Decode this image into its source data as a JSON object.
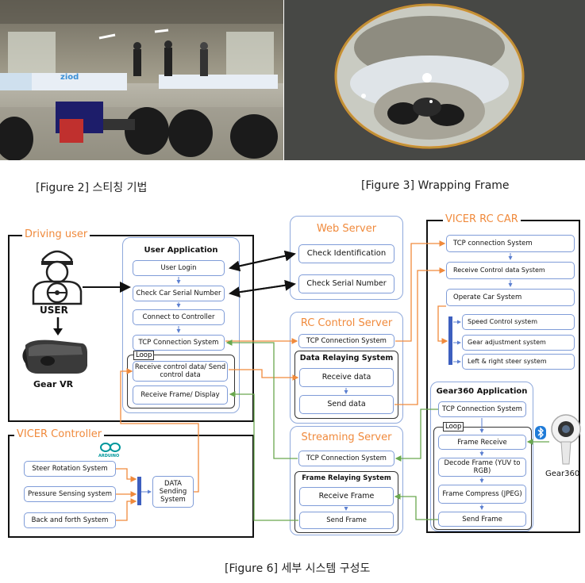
{
  "figure2": {
    "caption": "[Figure 2] 스티칭 기법",
    "sign_text": "ziod"
  },
  "figure3": {
    "caption": "[Figure 3] Wrapping Frame"
  },
  "figure6": {
    "caption": "[Figure 6] 세부 시스템 구성도",
    "driving_user": {
      "title": "Driving user",
      "user_label": "USER",
      "vr_label": "Gear VR"
    },
    "user_app": {
      "title": "User Application",
      "items": [
        "User Login",
        "Check Car Serial Number",
        "Connect to Controller",
        "TCP Connection System"
      ],
      "loop_label": "Loop",
      "loop_items": [
        "Receive control data/ Send control data",
        "Receive Frame/ Display"
      ]
    },
    "web_server": {
      "title": "Web Server",
      "items": [
        "Check Identification",
        "Check Serial Number"
      ]
    },
    "rc_control_server": {
      "title": "RC Control Server",
      "tcp": "TCP Connection System",
      "relay_title": "Data Relaying System",
      "items": [
        "Receive data",
        "Send data"
      ]
    },
    "streaming_server": {
      "title": "Streaming Server",
      "tcp": "TCP Connection System",
      "relay_title": "Frame Relaying System",
      "items": [
        "Receive Frame",
        "Send Frame"
      ]
    },
    "rc_car": {
      "title": "VICER RC CAR",
      "items": [
        "TCP connection System",
        "Receive Control data System",
        "Operate Car System"
      ],
      "sub_items": [
        "Speed Control system",
        "Gear adjustment system",
        "Left & right steer system"
      ]
    },
    "gear360_app": {
      "title": "Gear360 Application",
      "tcp": "TCP Connection System",
      "loop_label": "Loop",
      "items": [
        "Frame Receive",
        "Decode Frame (YUV to RGB)",
        "Frame Compress (JPEG)",
        "Send Frame"
      ],
      "camera_label": "Gear360"
    },
    "controller": {
      "title": "VICER Controller",
      "items": [
        "Steer Rotation System",
        "Pressure Sensing system",
        "Back and forth System"
      ],
      "sending": "DATA Sending System",
      "arduino_label": "ARDUINO"
    },
    "colors": {
      "orange": "#f08a3c",
      "green": "#6aa84f",
      "blue_border": "#7f9cd8",
      "bar": "#3d5fbf"
    }
  }
}
